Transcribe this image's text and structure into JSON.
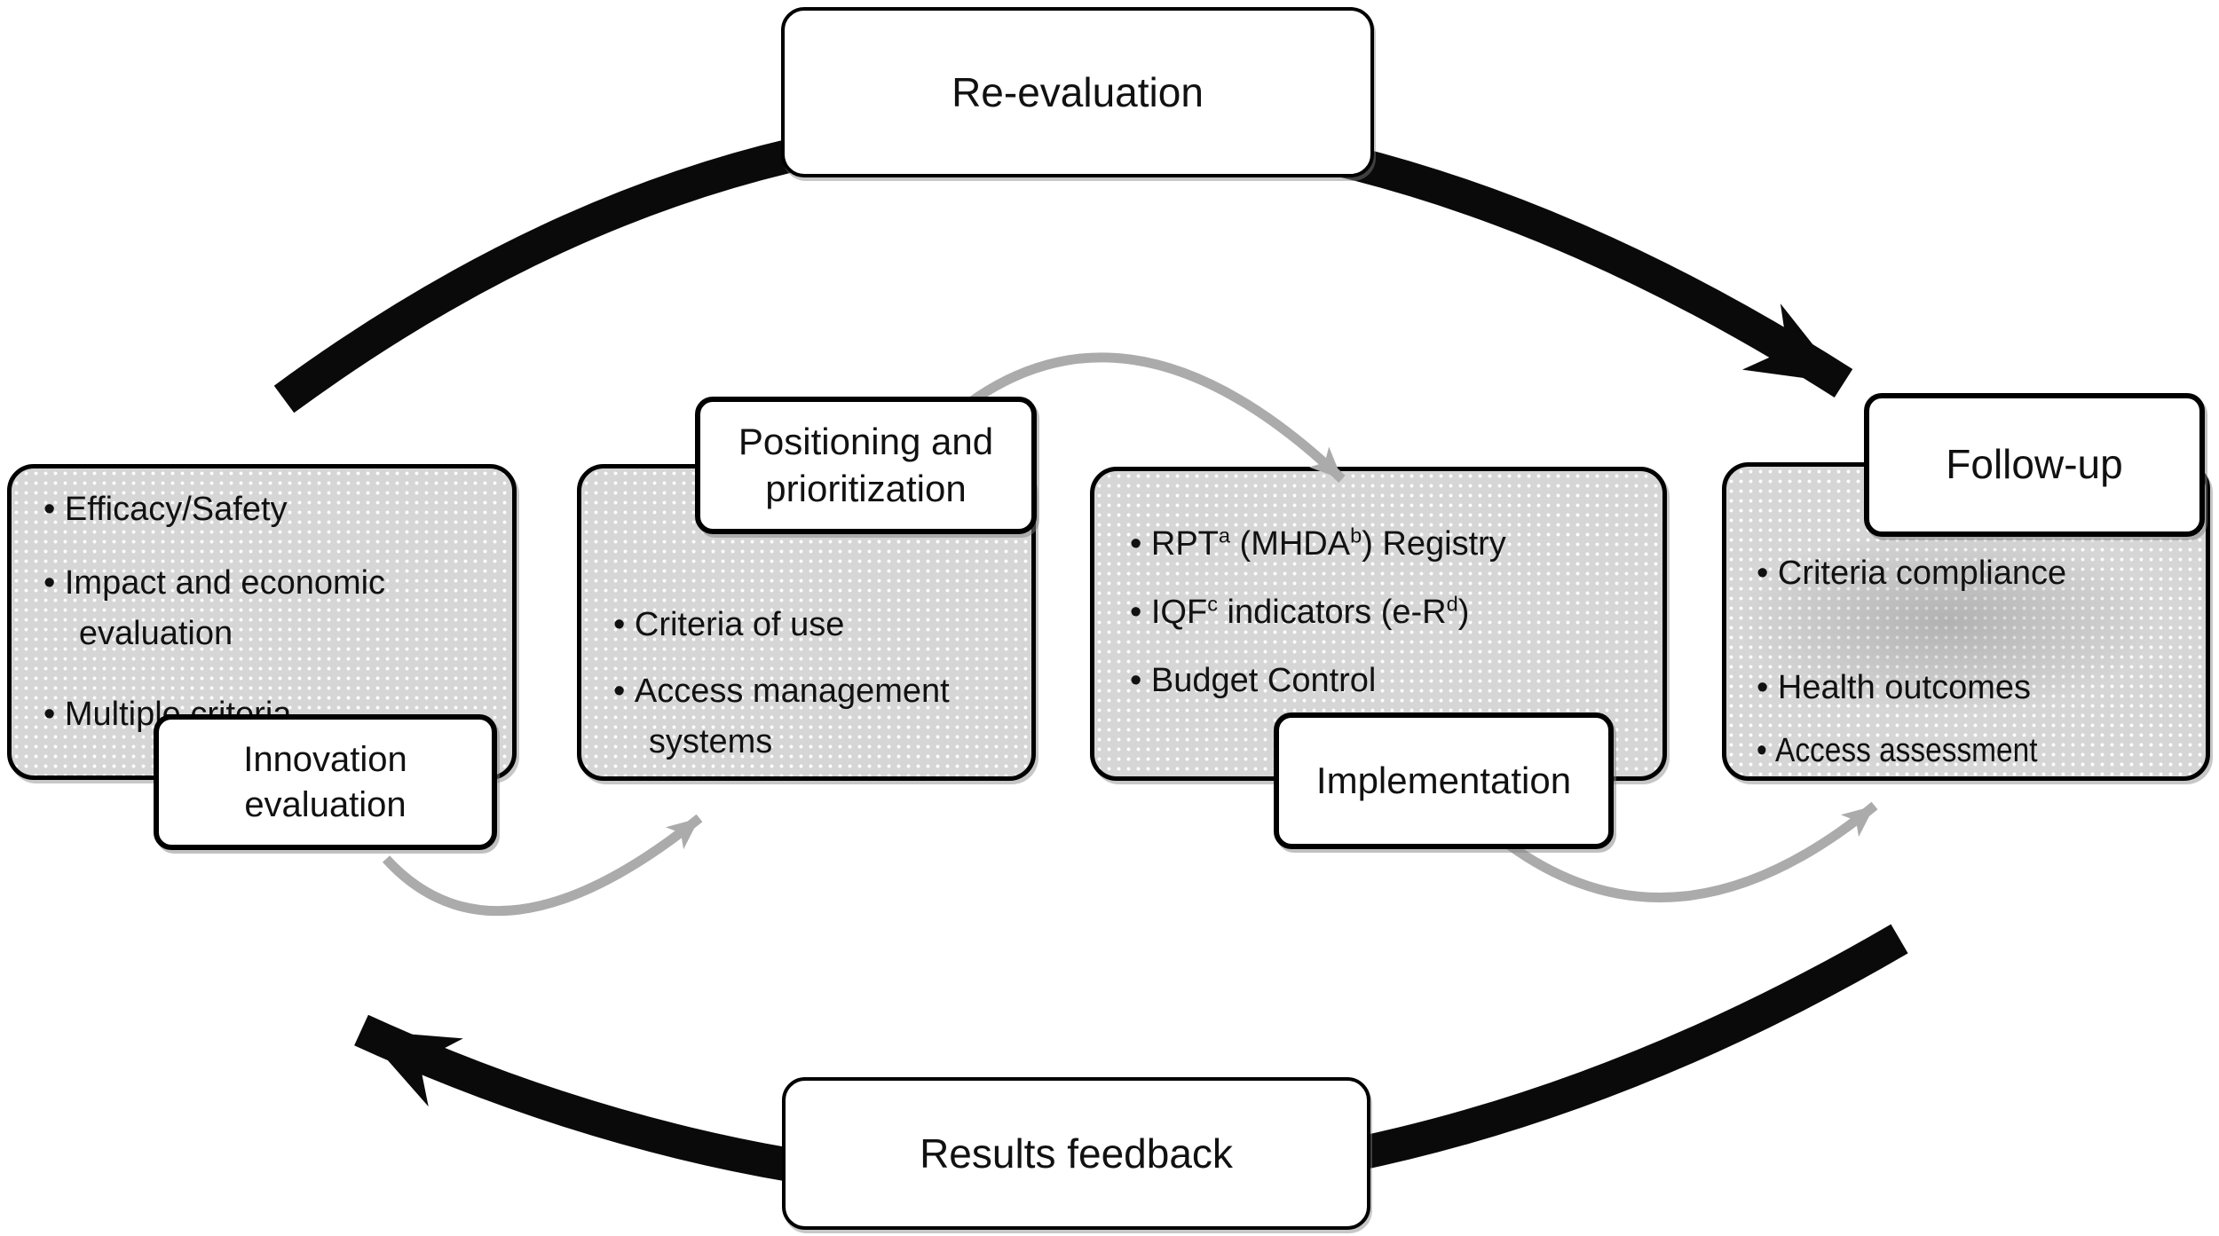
{
  "bullet_char": "•",
  "colors": {
    "stage_fill": "#d6d6d6",
    "box_border": "#000000",
    "label_fill": "#ffffff",
    "black_arrow": "#0a0a0a",
    "gray_arrow": "#ababab",
    "background": "#ffffff",
    "text": "#111111"
  },
  "banners": {
    "top": {
      "label": "Re-evaluation"
    },
    "bottom": {
      "label": "Results feedback"
    }
  },
  "stages": {
    "innovation": {
      "label_lines": [
        "Innovation",
        "evaluation"
      ],
      "bullets": [
        "Efficacy/Safety",
        "Impact and economic evaluation",
        "Multiple criteria"
      ]
    },
    "positioning": {
      "label_lines": [
        "Positioning and",
        "prioritization"
      ],
      "bullets": [
        "Criteria of use",
        "Access management systems"
      ]
    },
    "implementation": {
      "label_lines": [
        "Implementation"
      ],
      "bullets": [
        "RPT^a^ (MHDA^b^) Registry",
        "IQF^c^ indicators (e-R^d^)",
        "Budget Control"
      ]
    },
    "followup": {
      "label_lines": [
        "Follow-up"
      ],
      "bullets": [
        "Criteria compliance",
        "Health outcomes",
        "Access assessment"
      ]
    }
  }
}
